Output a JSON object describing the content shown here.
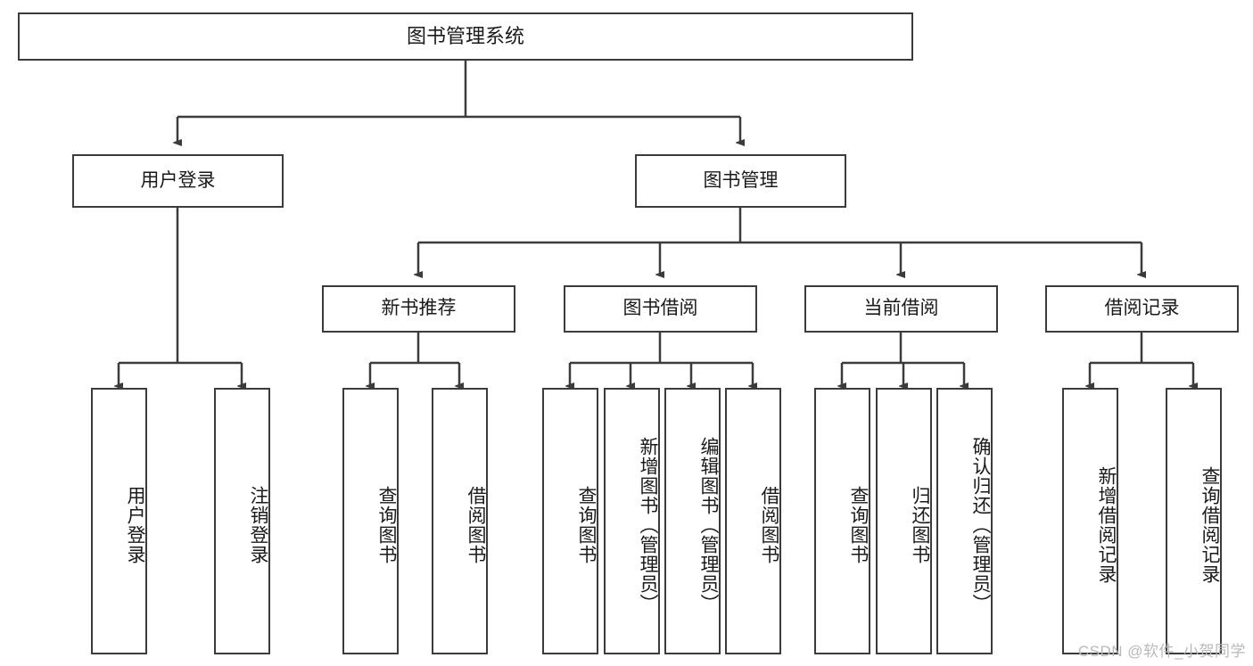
{
  "diagram": {
    "title": "图书管理系统",
    "type": "tree-hierarchy",
    "watermark": "CSDN @软件_小贺同学",
    "colors": {
      "border": "#3b3b3b",
      "background": "#ffffff",
      "text": "#1a1a1a",
      "watermark": "#b9b9b9"
    },
    "root": {
      "label": "图书管理系统"
    },
    "level2": [
      {
        "label": "用户登录"
      },
      {
        "label": "图书管理"
      }
    ],
    "level3": [
      {
        "label": "新书推荐"
      },
      {
        "label": "图书借阅"
      },
      {
        "label": "当前借阅"
      },
      {
        "label": "借阅记录"
      }
    ],
    "leaves": {
      "user_login": [
        {
          "label": "用户登录"
        },
        {
          "label": "注销登录"
        }
      ],
      "new_book": [
        {
          "label": "查询图书"
        },
        {
          "label": "借阅图书"
        }
      ],
      "book_borrow": [
        {
          "label": "查询图书"
        },
        {
          "label": "新增图书（管理员）"
        },
        {
          "label": "编辑图书（管理员）"
        },
        {
          "label": "借阅图书"
        }
      ],
      "current_borrow": [
        {
          "label": "查询图书"
        },
        {
          "label": "归还图书"
        },
        {
          "label": "确认归还（管理员）"
        }
      ],
      "borrow_record": [
        {
          "label": "新增借阅记录"
        },
        {
          "label": "查询借阅记录"
        }
      ]
    }
  }
}
